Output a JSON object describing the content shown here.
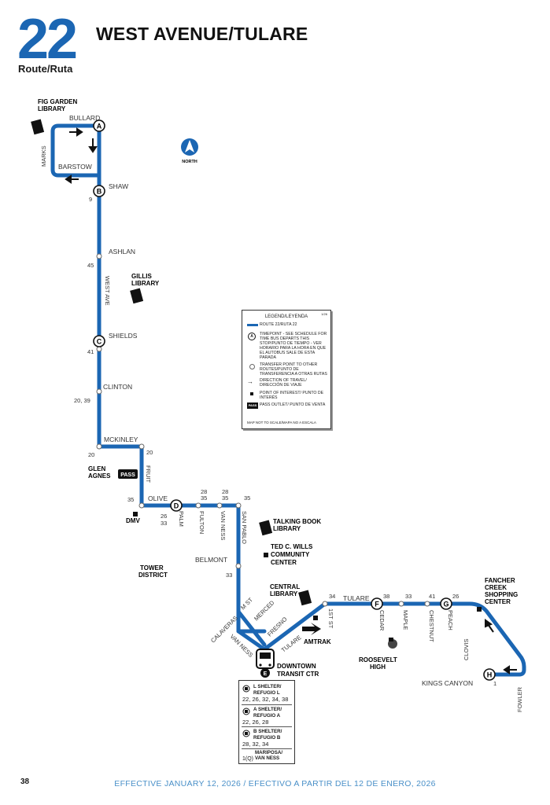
{
  "header": {
    "route_number": "22",
    "route_label": "Route/Ruta",
    "route_name": "WEST AVENUE/TULARE"
  },
  "colors": {
    "route": "#1b66b3",
    "text": "#1a1a1a",
    "footer": "#4a90c8"
  },
  "north_label": "NORTH",
  "streets": {
    "bullard": "BULLARD",
    "marks": "MARKS",
    "barstow": "BARSTOW",
    "shaw": "SHAW",
    "ashlan": "ASHLAN",
    "west_ave": "WEST AVE",
    "shields": "SHIELDS",
    "clinton": "CLINTON",
    "mckinley": "MCKINLEY",
    "fruit": "FRUIT",
    "olive": "OLIVE",
    "palm": "PALM",
    "fulton": "FULTON",
    "van_ness": "VAN NESS",
    "san_pablo": "SAN PABLO",
    "belmont": "BELMONT",
    "calaveras": "CALAVERAS",
    "m_st": "M ST",
    "merced": "MERCED",
    "fresno": "FRESNO",
    "van_ness_2": "VAN NESS",
    "tulare_diag": "TULARE",
    "tulare": "TULARE",
    "first_st": "1ST ST",
    "cedar": "CEDAR",
    "maple": "MAPLE",
    "chestnut": "CHESTNUT",
    "peach": "PEACH",
    "clovis": "CLOVIS",
    "kings_canyon": "KINGS CANYON",
    "fowler": "FOWLER"
  },
  "transfers": {
    "shaw": "9",
    "ashlan": "45",
    "shields": "41",
    "clinton": "20, 39",
    "mckinley_w": "20",
    "mckinley_e": "20",
    "olive_w": "35",
    "olive_d": "26",
    "olive_d2": "33",
    "fulton_a": "28",
    "fulton_b": "35",
    "vanness_a": "28",
    "vanness_b": "35",
    "sanpablo": "35",
    "belmont": "33",
    "first_st": "34",
    "cedar": "38",
    "maple": "33",
    "chestnut": "41",
    "peach": "26",
    "kings": "1"
  },
  "timepoints": [
    "A",
    "B",
    "C",
    "D",
    "E",
    "F",
    "G",
    "H"
  ],
  "places": {
    "fig_garden_1": "FIG GARDEN",
    "fig_garden_2": "LIBRARY",
    "gillis_1": "GILLIS",
    "gillis_2": "LIBRARY",
    "glen_1": "GLEN",
    "glen_2": "AGNES",
    "pass": "PASS",
    "dmv": "DMV",
    "talking_1": "TALKING BOOK",
    "talking_2": "LIBRARY",
    "ted_1": "TED C. WILLS",
    "ted_2": "COMMUNITY",
    "ted_3": "CENTER",
    "tower_1": "TOWER",
    "tower_2": "DISTRICT",
    "central_1": "CENTRAL",
    "central_2": "LIBRARY",
    "amtrak": "AMTRAK",
    "roosevelt_1": "ROOSEVELT",
    "roosevelt_2": "HIGH",
    "fancher_1": "FANCHER",
    "fancher_2": "CREEK",
    "fancher_3": "SHOPPING",
    "fancher_4": "CENTER",
    "downtown_1": "DOWNTOWN",
    "downtown_2": "TRANSIT CTR"
  },
  "legend": {
    "title": "LEGEND/LEYENDA",
    "version": "1/26",
    "route": "ROUTE 22/RUTA 22",
    "timepoint": "TIMEPOINT - SEE SCHEDULE FOR TIME BUS DEPARTS THIS STOP/PUNTO DE TIEMPO - VER HORARIO PARA LA HORA EN QUE EL AUTOBUS SALE DE ESTA PARADA",
    "transfer": "TRANSFER POINT TO OTHER ROUTES/PUNTO DE TRANSFERENCIA A OTRAS RUTAS",
    "direction": "DIRECTION OF TRAVEL/ DIRECCIÓN DE VIAJE",
    "poi": "POINT OF INTEREST/ PUNTO DE INTERÉS",
    "pass_outlet": "PASS OUTLET/ PUNTO DE VENTA",
    "pass_badge": "PASS",
    "note": "MAP NOT TO SCALE/MAPA NO A ESCALA"
  },
  "transfer_box": [
    {
      "head_1": "L SHELTER/",
      "head_2": "REFUGIO L",
      "lines": "22, 26, 32, 34, 38"
    },
    {
      "head_1": "A SHELTER/",
      "head_2": "REFUGIO A",
      "lines": "22, 26, 28"
    },
    {
      "head_1": "B SHELTER/",
      "head_2": "REFUGIO B",
      "lines": "28, 32, 34"
    },
    {
      "head_1": "MARIPOSA/",
      "head_2": "VAN NESS",
      "lines": "1(Q)"
    }
  ],
  "footer": {
    "page": "38",
    "effective": "EFFECTIVE JANUARY 12, 2026 / EFECTIVO A PARTIR DEL 12 DE ENERO, 2026"
  }
}
